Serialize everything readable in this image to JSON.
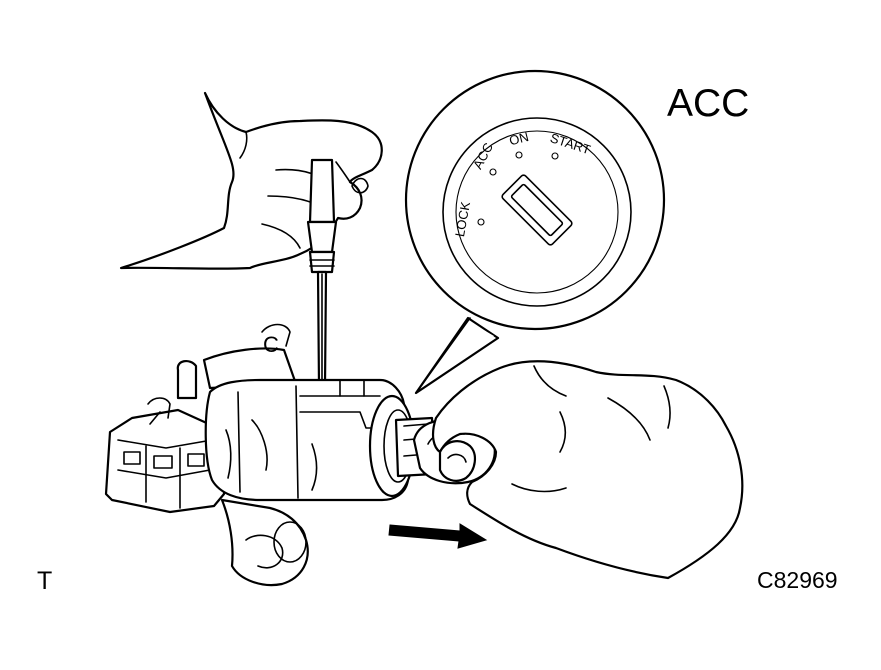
{
  "figure": {
    "callout_title": "ACC",
    "corner_mark": "T",
    "figure_code": "C82969",
    "detail_labels": {
      "lock": "LOCK",
      "acc": "ACC",
      "on": "ON",
      "start": "START"
    },
    "part_mark": "C"
  }
}
